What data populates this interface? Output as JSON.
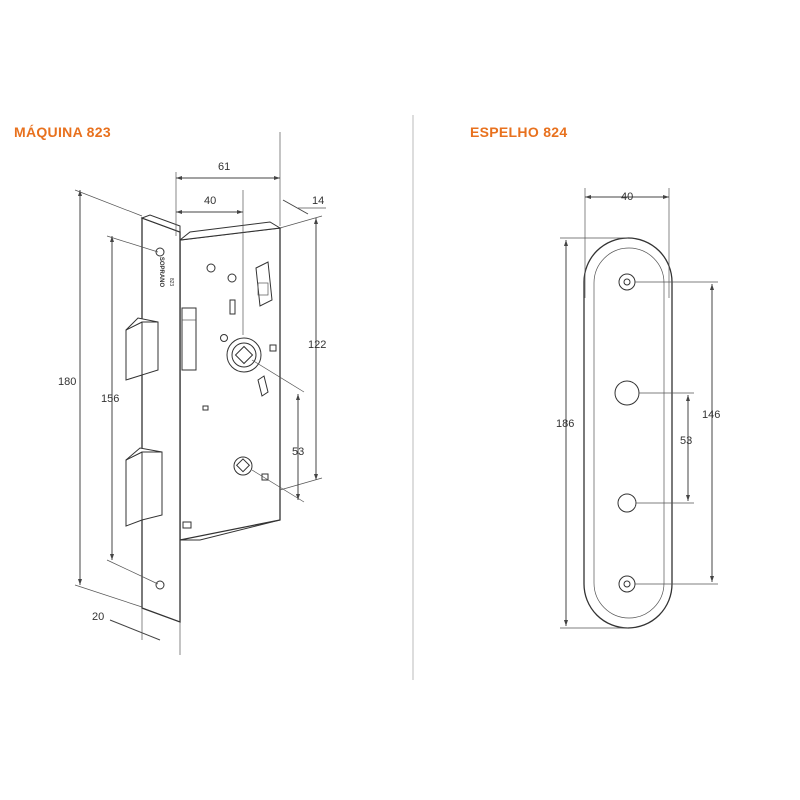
{
  "titles": {
    "left": "MÁQUINA 823",
    "right": "ESPELHO 824"
  },
  "brand": {
    "plate_logo": "SOPRANO",
    "plate_model": "823"
  },
  "machine_dims": {
    "width_total": "61",
    "backset": "40",
    "depth_extra": "14",
    "height": "180",
    "hole_spacing": "156",
    "case_height": "122",
    "lower_spacing": "53",
    "faceplate_width": "20"
  },
  "plate_dims": {
    "width": "40",
    "height": "186",
    "hole_spacing": "146",
    "center_spacing": "53"
  },
  "colors": {
    "title": "#e8711e",
    "line": "#444444",
    "divider": "#bbbbbb"
  }
}
